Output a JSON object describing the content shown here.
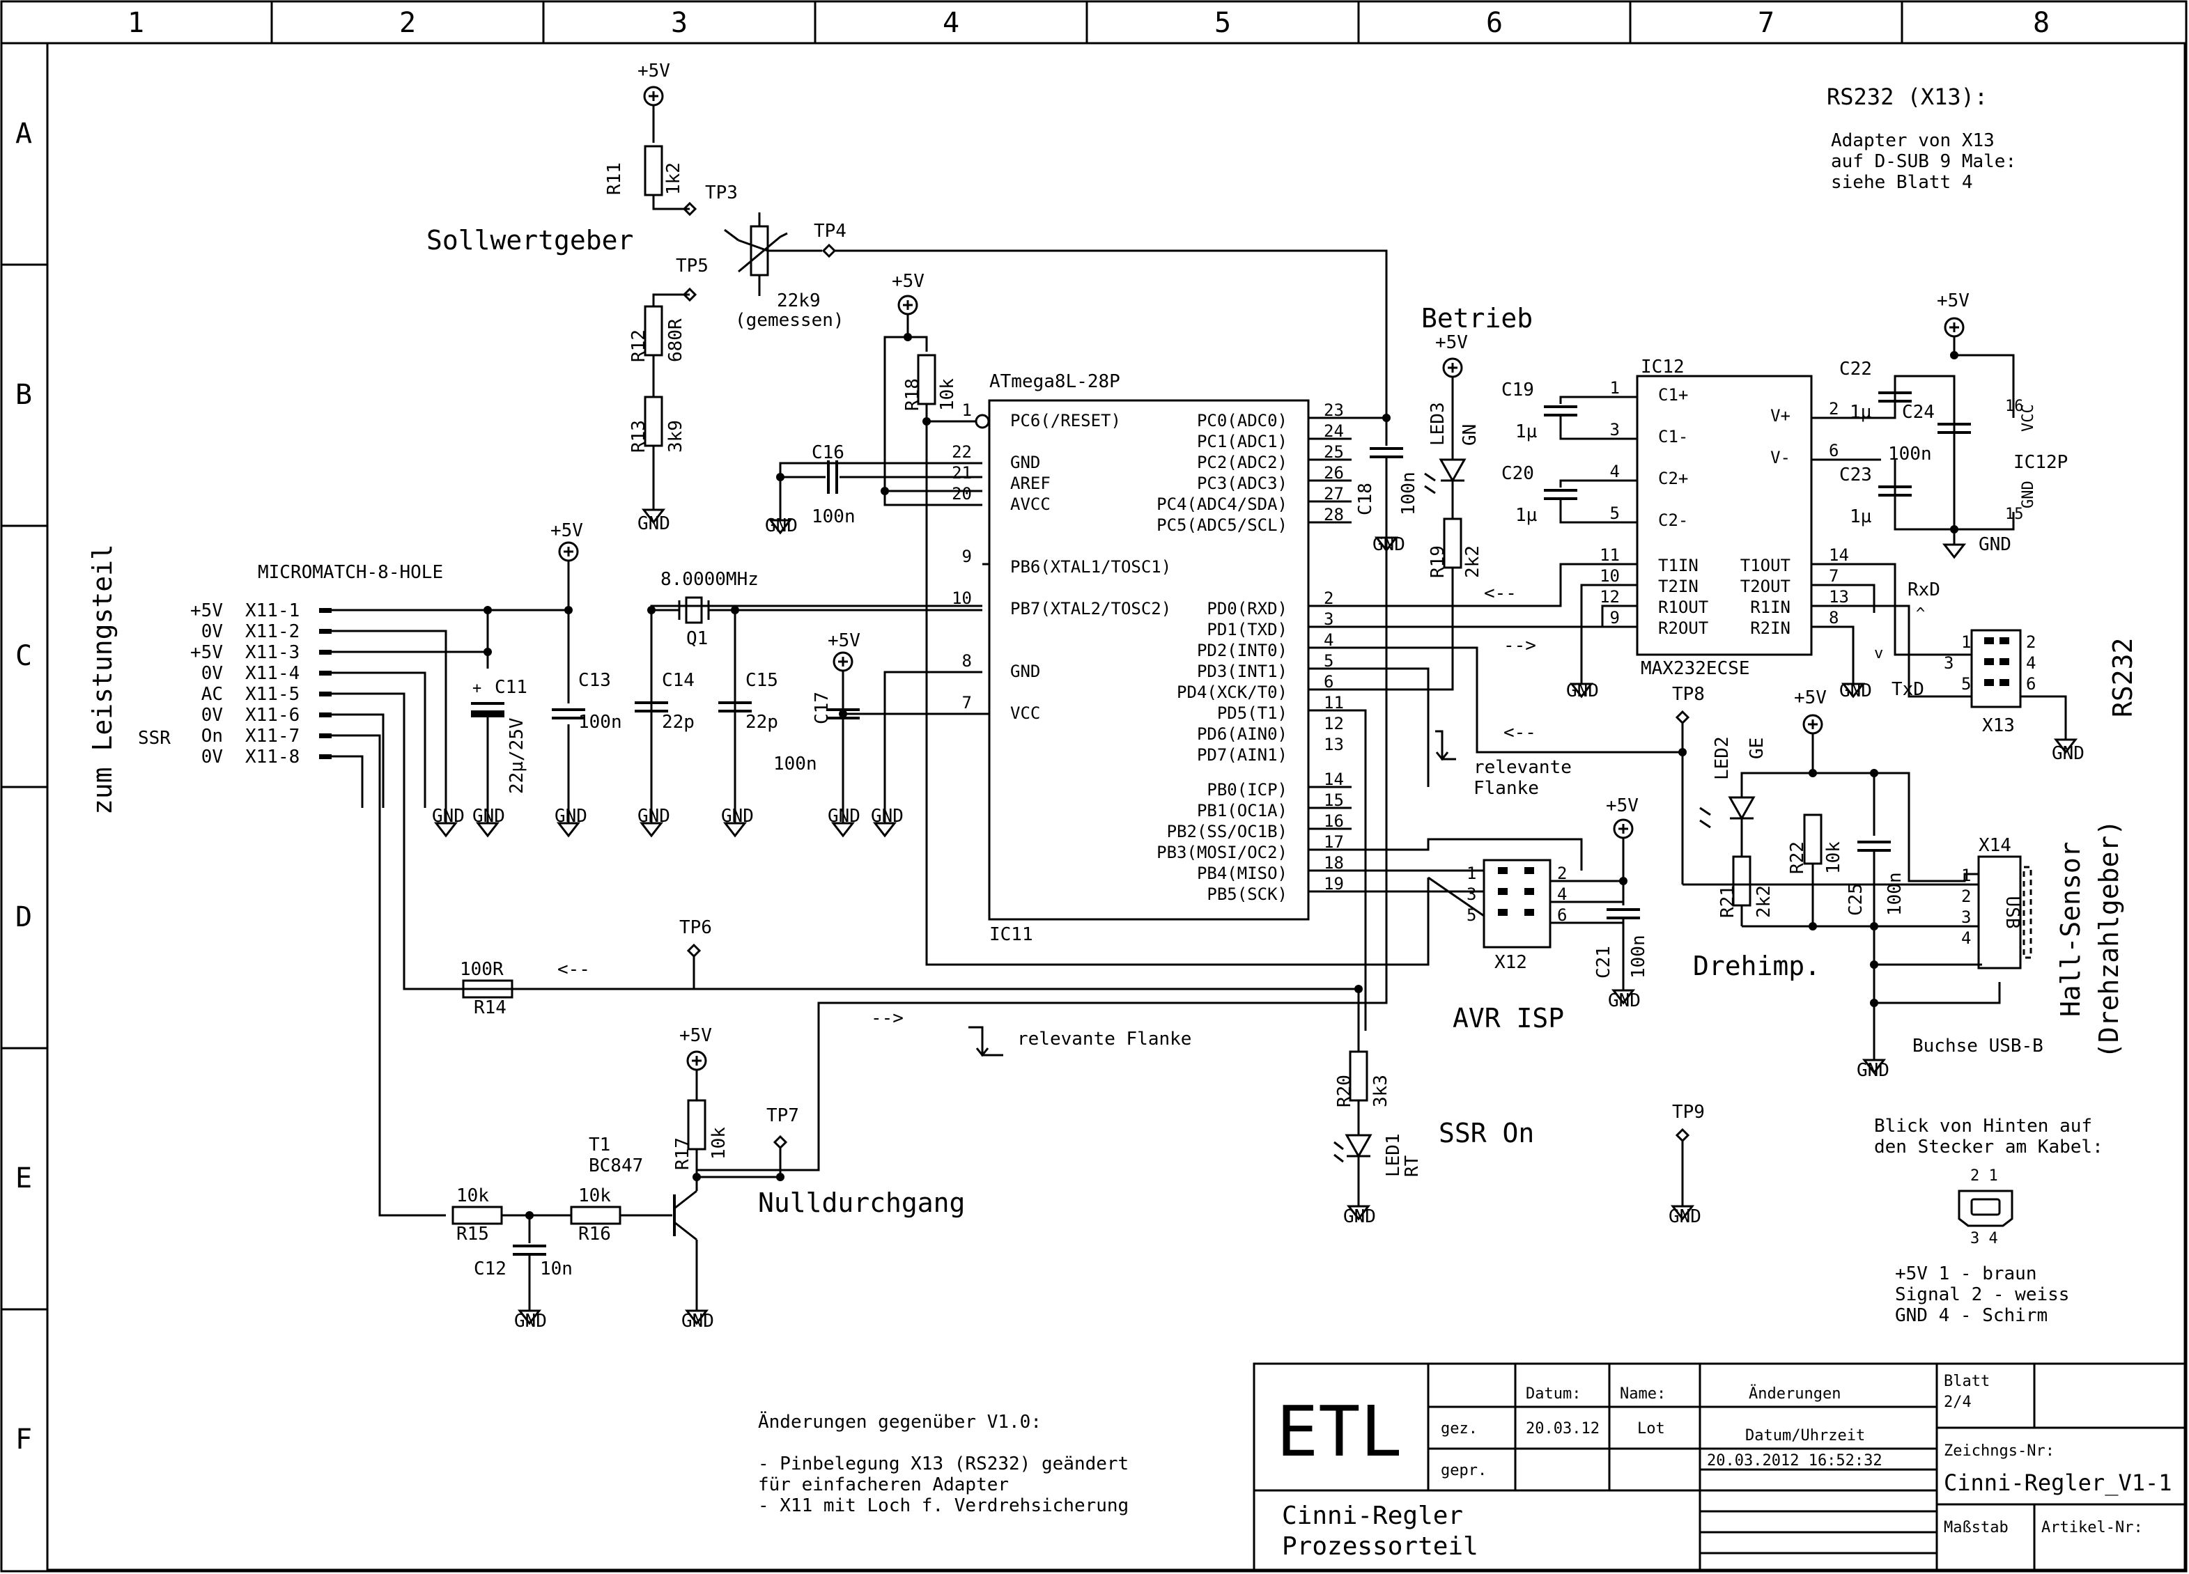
{
  "frame": {
    "columns": [
      "1",
      "2",
      "3",
      "4",
      "5",
      "6",
      "7",
      "8"
    ],
    "rows": [
      "A",
      "B",
      "C",
      "D",
      "E",
      "F"
    ]
  },
  "notes": {
    "rs232_title": "RS232 (X13):",
    "rs232_line1": "Adapter von  X13",
    "rs232_line2": "auf D-SUB 9 Male:",
    "rs232_line3": "siehe Blatt 4",
    "changes_title": "Änderungen gegenüber V1.0:",
    "changes_1a": "- Pinbelegung X13 (RS232) geändert",
    "changes_1b": "  für einfacheren Adapter",
    "changes_2": "- X11 mit Loch f. Verdrehsicherung",
    "usb_view_1": "Blick von Hinten auf",
    "usb_view_2": "den Stecker am Kabel:",
    "usb_pin_1": "+5V    1 - braun",
    "usb_pin_2": "Signal 2 - weiss",
    "usb_pin_3": "GND    4 - Schirm",
    "usb_pins_top": "2  1",
    "usb_pins_bot": "3  4"
  },
  "labels": {
    "sollwertgeber": "Sollwertgeber",
    "betrieb": "Betrieb",
    "zum_leistungsteil": "zum Leistungsteil",
    "micromatch": "MICROMATCH-8-HOLE",
    "ssr": "SSR",
    "rs232_side": "RS232",
    "hall": "Hall-Sensor",
    "drehzahlgeber": "(Drehzahlgeber)",
    "drehimp": "Drehimp.",
    "avr_isp": "AVR ISP",
    "ssr_on": "SSR On",
    "nulldurchgang": "Nulldurchgang",
    "relevante_flanke": "relevante Flanke",
    "relevante": "relevante",
    "flanke": "Flanke",
    "buchse": "Buchse USB-B",
    "gemessen": "(gemessen)",
    "r22k9": "22k9",
    "arrow_l": "<--",
    "arrow_r": "-->",
    "arrow_up": "^",
    "arrow_dn": "v"
  },
  "x11_signals": [
    "+5V",
    "0V",
    "+5V",
    "0V",
    "AC",
    "0V",
    "On",
    "0V"
  ],
  "x11_pins": [
    "X11-1",
    "X11-2",
    "X11-3",
    "X11-4",
    "X11-5",
    "X11-6",
    "X11-7",
    "X11-8"
  ],
  "mcu": {
    "name": "ATmega8L-28P",
    "ref": "IC11",
    "left_pins": [
      {
        "num": "1",
        "name": "PC6(/RESET)"
      },
      {
        "num": "22",
        "name": "GND"
      },
      {
        "num": "21",
        "name": "AREF"
      },
      {
        "num": "20",
        "name": "AVCC"
      },
      {
        "num": "9",
        "name": "PB6(XTAL1/TOSC1)"
      },
      {
        "num": "10",
        "name": "PB7(XTAL2/TOSC2)"
      },
      {
        "num": "8",
        "name": "GND"
      },
      {
        "num": "7",
        "name": "VCC"
      }
    ],
    "right_pins": [
      {
        "num": "23",
        "name": "PC0(ADC0)"
      },
      {
        "num": "24",
        "name": "PC1(ADC1)"
      },
      {
        "num": "25",
        "name": "PC2(ADC2)"
      },
      {
        "num": "26",
        "name": "PC3(ADC3)"
      },
      {
        "num": "27",
        "name": "PC4(ADC4/SDA)"
      },
      {
        "num": "28",
        "name": "PC5(ADC5/SCL)"
      },
      {
        "num": "2",
        "name": "PD0(RXD)"
      },
      {
        "num": "3",
        "name": "PD1(TXD)"
      },
      {
        "num": "4",
        "name": "PD2(INT0)"
      },
      {
        "num": "5",
        "name": "PD3(INT1)"
      },
      {
        "num": "6",
        "name": "PD4(XCK/T0)"
      },
      {
        "num": "11",
        "name": "PD5(T1)"
      },
      {
        "num": "12",
        "name": "PD6(AIN0)"
      },
      {
        "num": "13",
        "name": "PD7(AIN1)"
      },
      {
        "num": "14",
        "name": "PB0(ICP)"
      },
      {
        "num": "15",
        "name": "PB1(OC1A)"
      },
      {
        "num": "16",
        "name": "PB2(SS/OC1B)"
      },
      {
        "num": "17",
        "name": "PB3(MOSI/OC2)"
      },
      {
        "num": "18",
        "name": "PB4(MISO)"
      },
      {
        "num": "19",
        "name": "PB5(SCK)"
      }
    ]
  },
  "max232": {
    "ref": "IC12",
    "name": "MAX232ECSE",
    "left_pins": [
      {
        "num": "1",
        "name": "C1+"
      },
      {
        "num": "3",
        "name": "C1-"
      },
      {
        "num": "4",
        "name": "C2+"
      },
      {
        "num": "5",
        "name": "C2-"
      },
      {
        "num": "11",
        "name": "T1IN"
      },
      {
        "num": "10",
        "name": "T2IN"
      },
      {
        "num": "12",
        "name": "R1OUT"
      },
      {
        "num": "9",
        "name": "R2OUT"
      }
    ],
    "right_pins": [
      {
        "num": "2",
        "name": "V+"
      },
      {
        "num": "6",
        "name": "V-"
      },
      {
        "num": "14",
        "name": "T1OUT"
      },
      {
        "num": "7",
        "name": "T2OUT"
      },
      {
        "num": "13",
        "name": "R1IN"
      },
      {
        "num": "8",
        "name": "R2IN"
      }
    ],
    "power_ref": "IC12P",
    "vcc_pin": "16",
    "gnd_pin": "15",
    "vcc": "VCC",
    "gnd": "GND"
  },
  "parts": {
    "R11": {
      "ref": "R11",
      "val": "1k2"
    },
    "R12": {
      "ref": "R12",
      "val": "680R"
    },
    "R13": {
      "ref": "R13",
      "val": "3k9"
    },
    "R14": {
      "ref": "R14",
      "val": "100R"
    },
    "R15": {
      "ref": "R15",
      "val": "10k"
    },
    "R16": {
      "ref": "R16",
      "val": "10k"
    },
    "R17": {
      "ref": "R17",
      "val": "10k"
    },
    "R18": {
      "ref": "R18",
      "val": "10k"
    },
    "R19": {
      "ref": "R19",
      "val": "2k2"
    },
    "R20": {
      "ref": "R20",
      "val": "3k3"
    },
    "R21": {
      "ref": "R21",
      "val": "2k2"
    },
    "R22": {
      "ref": "R22",
      "val": "10k"
    },
    "C11": {
      "ref": "C11",
      "val": "22µ/25V"
    },
    "C12": {
      "ref": "C12",
      "val": "10n"
    },
    "C13": {
      "ref": "C13",
      "val": "100n"
    },
    "C14": {
      "ref": "C14",
      "val": "22p"
    },
    "C15": {
      "ref": "C15",
      "val": "22p"
    },
    "C16": {
      "ref": "C16",
      "val": "100n"
    },
    "C17": {
      "ref": "C17",
      "val": "100n"
    },
    "C18": {
      "ref": "C18",
      "val": "100n"
    },
    "C19": {
      "ref": "C19",
      "val": "1µ"
    },
    "C20": {
      "ref": "C20",
      "val": "1µ"
    },
    "C21": {
      "ref": "C21",
      "val": "100n"
    },
    "C22": {
      "ref": "C22",
      "val": "1µ"
    },
    "C23": {
      "ref": "C23",
      "val": "1µ"
    },
    "C24": {
      "ref": "C24",
      "val": "100n"
    },
    "C25": {
      "ref": "C25",
      "val": "100n"
    },
    "Q1": {
      "ref": "Q1",
      "val": "8.0000MHz"
    },
    "T1": {
      "ref": "T1",
      "val": "BC847"
    },
    "LED1": {
      "ref": "LED1",
      "val": "RT"
    },
    "LED2": {
      "ref": "LED2",
      "val": "GE"
    },
    "LED3": {
      "ref": "LED3",
      "val": "GN"
    },
    "X12": {
      "ref": "X12"
    },
    "X13": {
      "ref": "X13"
    },
    "X14": {
      "ref": "X14",
      "val": "USB"
    }
  },
  "testpoints": [
    "TP3",
    "TP4",
    "TP5",
    "TP6",
    "TP7",
    "TP8",
    "TP9"
  ],
  "power": {
    "vcc": "+5V",
    "gnd": "GND"
  },
  "pinnums": {
    "x13": [
      "1",
      "2",
      "3",
      "4",
      "5",
      "6"
    ],
    "x12": [
      "1",
      "2",
      "3",
      "4",
      "5",
      "6"
    ],
    "x14": [
      "1",
      "2",
      "3",
      "4"
    ],
    "c19": [
      "1",
      "3"
    ],
    "c20": [
      "4",
      "5"
    ]
  },
  "title_block": {
    "logo": "ETL",
    "datum_hdr": "Datum:",
    "name_hdr": "Name:",
    "aend_hdr": "Änderungen",
    "gez": "gez.",
    "gepr": "gepr.",
    "date": "20.03.12",
    "name": "Lot",
    "datum_uhrzeit": "Datum/Uhrzeit",
    "timestamp": "20.03.2012 16:52:32",
    "project_1": "Cinni-Regler",
    "project_2": "Prozessorteil",
    "blatt_lbl": "Blatt",
    "blatt": "2/4",
    "zeich_lbl": "Zeichngs-Nr:",
    "zeich": "Cinni-Regler_V1-1",
    "massstab": "Maßstab",
    "artikel": "Artikel-Nr:"
  }
}
